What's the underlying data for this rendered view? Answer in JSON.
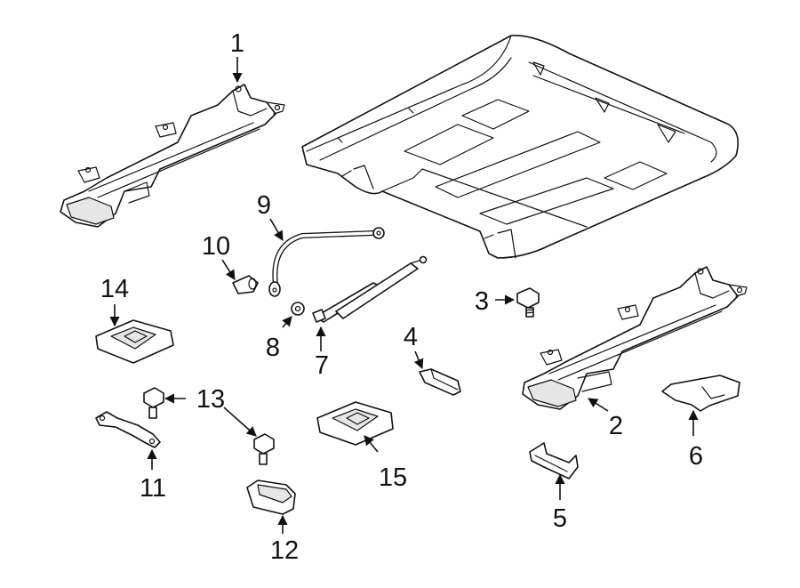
{
  "callouts": [
    {
      "id": "c1",
      "text": "1"
    },
    {
      "id": "c2",
      "text": "2"
    },
    {
      "id": "c3",
      "text": "3"
    },
    {
      "id": "c4",
      "text": "4"
    },
    {
      "id": "c5",
      "text": "5"
    },
    {
      "id": "c6",
      "text": "6"
    },
    {
      "id": "c7",
      "text": "7"
    },
    {
      "id": "c8",
      "text": "8"
    },
    {
      "id": "c9",
      "text": "9"
    },
    {
      "id": "c10",
      "text": "10"
    },
    {
      "id": "c11",
      "text": "11"
    },
    {
      "id": "c12",
      "text": "12"
    },
    {
      "id": "c13",
      "text": "13"
    },
    {
      "id": "c14",
      "text": "14"
    },
    {
      "id": "c15",
      "text": "15"
    }
  ],
  "colors": {
    "line": "#111111",
    "background": "#ffffff",
    "shade": "#e6e6e6"
  }
}
